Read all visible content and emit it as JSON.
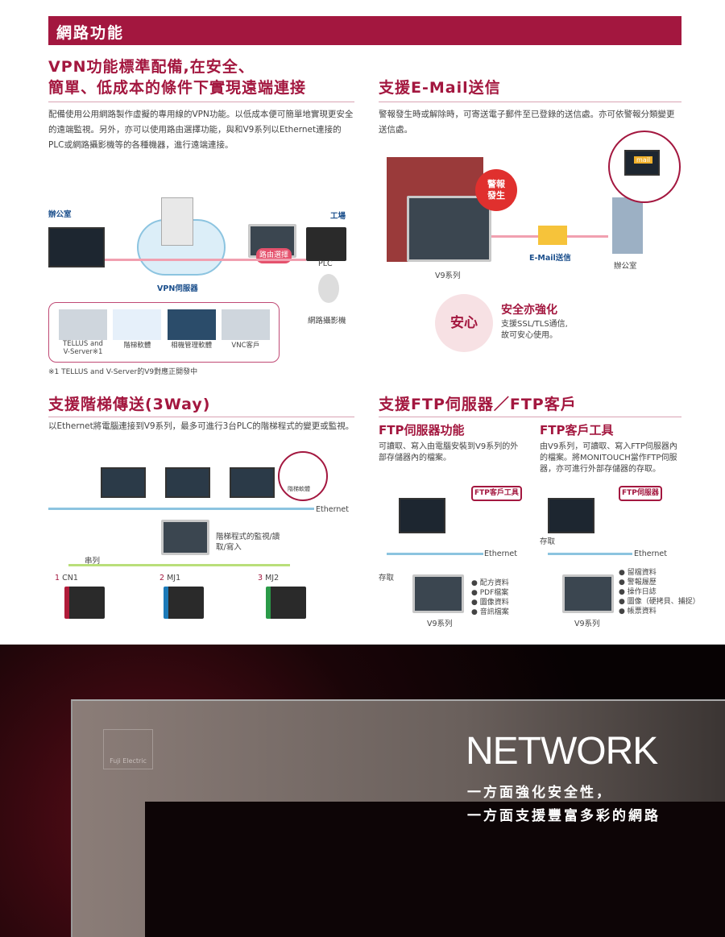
{
  "header": {
    "title": "網路功能"
  },
  "vpn": {
    "title1": "VPN功能標準配備,在安全、",
    "title2": "簡單、低成本的條件下實現遠端連接",
    "body": "配備使用公用網路製作虛擬的專用線的VPN功能。以低成本便可簡單地實現更安全的遠端監視。另外，亦可以使用路由選擇功能，與和V9系列以Ethernet連接的PLC或網路攝影機等的各種機器，進行遠端連接。",
    "labels": {
      "office": "辦公室",
      "factory": "工場",
      "router": "路由選擇",
      "plc": "PLC",
      "vpn_server": "VPN伺服器",
      "camera": "網路攝影機"
    },
    "software": [
      "TELLUS and V-Server※1",
      "階梯軟體",
      "相機管理軟體",
      "VNC客戶"
    ],
    "footnote": "※1 TELLUS and V-Server的V9對應正開發中"
  },
  "email": {
    "title": "支援E-Mail送信",
    "body": "警報發生時或解除時，可寄送電子郵件至已登錄的送信處。亦可依警報分類變更送信處。",
    "labels": {
      "alarm": "警報發生",
      "mail": "mail",
      "email_send": "E-Mail送信",
      "v9": "V9系列",
      "office": "辦公室"
    },
    "security_badge": "安心",
    "security_title": "安全亦強化",
    "security_body1": "支援SSL/TLS通信,",
    "security_body2": "故可安心使用。"
  },
  "ladder": {
    "title": "支援階梯傳送(3Way)",
    "body": "以Ethernet將電腦連接到V9系列，最多可進行3台PLC的階梯程式的變更或監視。",
    "labels": {
      "ladder_sw": "階梯軟體",
      "ethernet": "Ethernet",
      "monitor": "階梯程式的監視/讀取/寫入",
      "serial": "串列"
    },
    "ports": [
      {
        "num": "1",
        "name": "CN1"
      },
      {
        "num": "2",
        "name": "MJ1"
      },
      {
        "num": "3",
        "name": "MJ2"
      }
    ]
  },
  "ftp": {
    "title": "支援FTP伺服器／FTP客戶",
    "server": {
      "title": "FTP伺服器功能",
      "body": "可讀取、寫入由電腦安裝到V9系列的外部存儲器內的檔案。",
      "tag": "FTP客戶工具",
      "access": "存取",
      "ethernet": "Ethernet",
      "v9": "V9系列",
      "items": [
        "配方資料",
        "PDF檔案",
        "圖像資料",
        "音訊檔案"
      ]
    },
    "client": {
      "title": "FTP客戶工具",
      "body": "由V9系列，可讀取、寫入FTP伺服器內的檔案。將MONITOUCH當作FTP伺服器，亦可進行外部存儲器的存取。",
      "tag": "FTP伺服器",
      "access": "存取",
      "ethernet": "Ethernet",
      "v9": "V9系列",
      "items": [
        "留檔資料",
        "警報履歷",
        "操作日誌",
        "圖像（硬拷貝、捕捉）",
        "帳票資料"
      ]
    }
  },
  "hero": {
    "logo": "Fuji Electric",
    "title": "NETWORK",
    "line1": "一方面強化安全性，",
    "line2": "一方面支援豐富多彩的網路"
  },
  "colors": {
    "accent": "#a3173f"
  }
}
